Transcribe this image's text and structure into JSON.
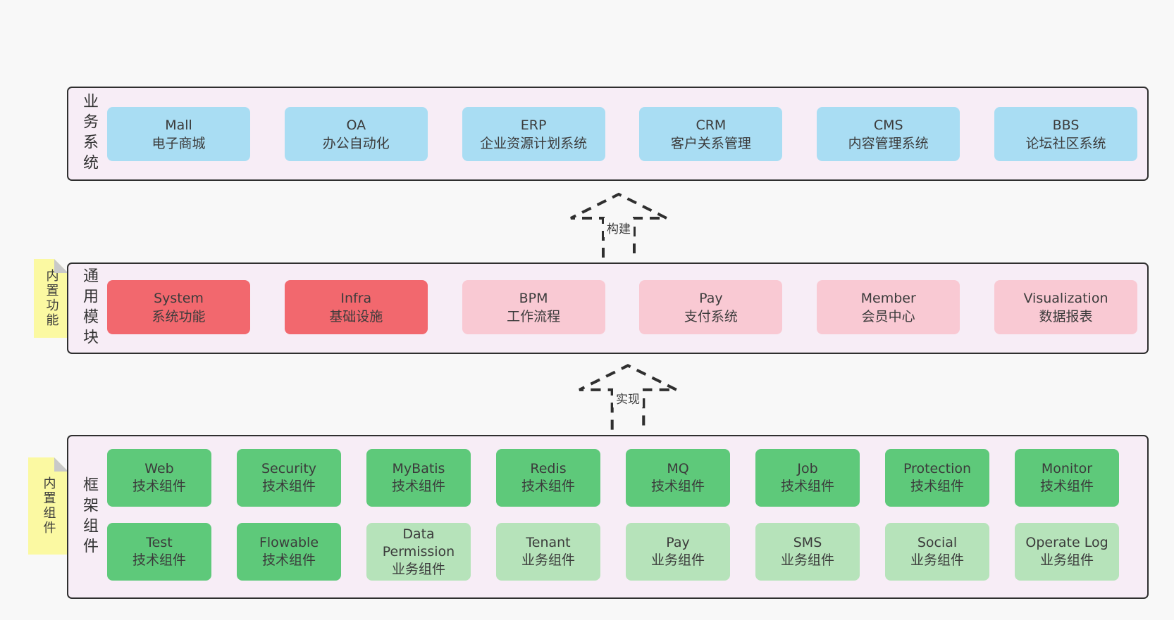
{
  "colors": {
    "page_bg": "#f8f8f8",
    "band_bg": "#f7edf6",
    "line": "#2f2f2f",
    "text": "#3b3b3b",
    "blue": "#a9ddf3",
    "red": "#f2686e",
    "pink": "#f9c9d3",
    "green": "#5ec97a",
    "green_light": "#b6e3ba",
    "sticky_bg": "#fbf9a2",
    "sticky_fold": "#c9c9c9"
  },
  "arrows": [
    {
      "label": "构建"
    },
    {
      "label": "实现"
    }
  ],
  "bands": [
    {
      "label": "业务系统",
      "boxes": [
        {
          "name": "Mall",
          "desc": "电子商城"
        },
        {
          "name": "OA",
          "desc": "办公自动化"
        },
        {
          "name": "ERP",
          "desc": "企业资源计划系统"
        },
        {
          "name": "CRM",
          "desc": "客户关系管理"
        },
        {
          "name": "CMS",
          "desc": "内容管理系统"
        },
        {
          "name": "BBS",
          "desc": "论坛社区系统"
        }
      ]
    },
    {
      "label": "通用模块",
      "sticky": "内置功能",
      "boxes": [
        {
          "name": "System",
          "desc": "系统功能"
        },
        {
          "name": "Infra",
          "desc": "基础设施"
        },
        {
          "name": "BPM",
          "desc": "工作流程"
        },
        {
          "name": "Pay",
          "desc": "支付系统"
        },
        {
          "name": "Member",
          "desc": "会员中心"
        },
        {
          "name": "Visualization",
          "desc": "数据报表"
        }
      ]
    },
    {
      "label": "框架组件",
      "sticky": "内置组件",
      "rows": [
        [
          {
            "name": "Web",
            "desc": "技术组件"
          },
          {
            "name": "Security",
            "desc": "技术组件"
          },
          {
            "name": "MyBatis",
            "desc": "技术组件"
          },
          {
            "name": "Redis",
            "desc": "技术组件"
          },
          {
            "name": "MQ",
            "desc": "技术组件"
          },
          {
            "name": "Job",
            "desc": "技术组件"
          },
          {
            "name": "Protection",
            "desc": "技术组件"
          },
          {
            "name": "Monitor",
            "desc": "技术组件"
          }
        ],
        [
          {
            "name": "Test",
            "desc": "技术组件"
          },
          {
            "name": "Flowable",
            "desc": "技术组件"
          },
          {
            "name": "Data Permission",
            "desc": "业务组件"
          },
          {
            "name": "Tenant",
            "desc": "业务组件"
          },
          {
            "name": "Pay",
            "desc": "业务组件"
          },
          {
            "name": "SMS",
            "desc": "业务组件"
          },
          {
            "name": "Social",
            "desc": "业务组件"
          },
          {
            "name": "Operate Log",
            "desc": "业务组件"
          }
        ]
      ]
    }
  ]
}
